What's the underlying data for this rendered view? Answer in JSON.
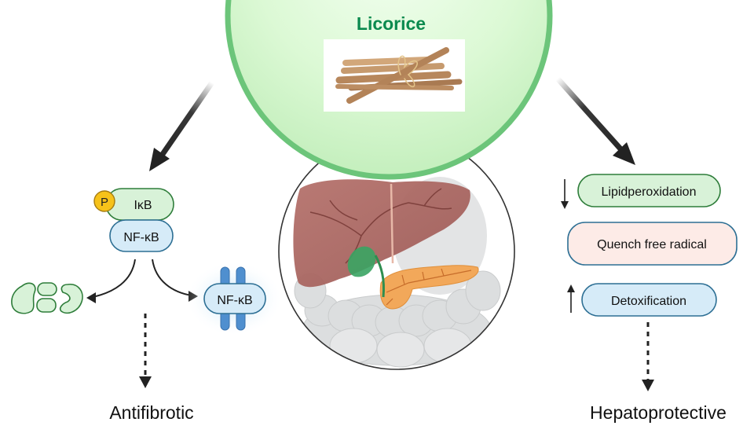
{
  "title": "Licorice",
  "colors": {
    "title_green": "#0a8a4e",
    "bubble_fill": "#d6f7cf",
    "bubble_stroke": "#6cc57a",
    "green_pill_fill": "#d8f2d8",
    "green_pill_stroke": "#2e7d3a",
    "blue_pill_fill": "#d6ebf8",
    "blue_pill_stroke": "#2d6f94",
    "pink_pill_fill": "#fdebe7",
    "phospho_fill": "#f6c21a",
    "receptor_blue": "#4f8fcf",
    "arrow_dark": "#222222"
  },
  "left_pathway": {
    "phosphate_label": "P",
    "ikb_label": "IκB",
    "nfkb_complex_label": "NF-κB",
    "nfkb_nuclear_label": "NF-κB",
    "outcome_label": "Antifibrotic"
  },
  "right_pathway": {
    "effects": [
      {
        "label": "Lipidperoxidation",
        "direction": "down"
      },
      {
        "label": "Quench free radical",
        "direction": "none"
      },
      {
        "label": "Detoxification",
        "direction": "up"
      }
    ],
    "outcome_label": "Hepatoprotective"
  },
  "center": {
    "organ_illustration": "liver-pancreas-intestine",
    "herb_image": "licorice-root-bundle"
  }
}
